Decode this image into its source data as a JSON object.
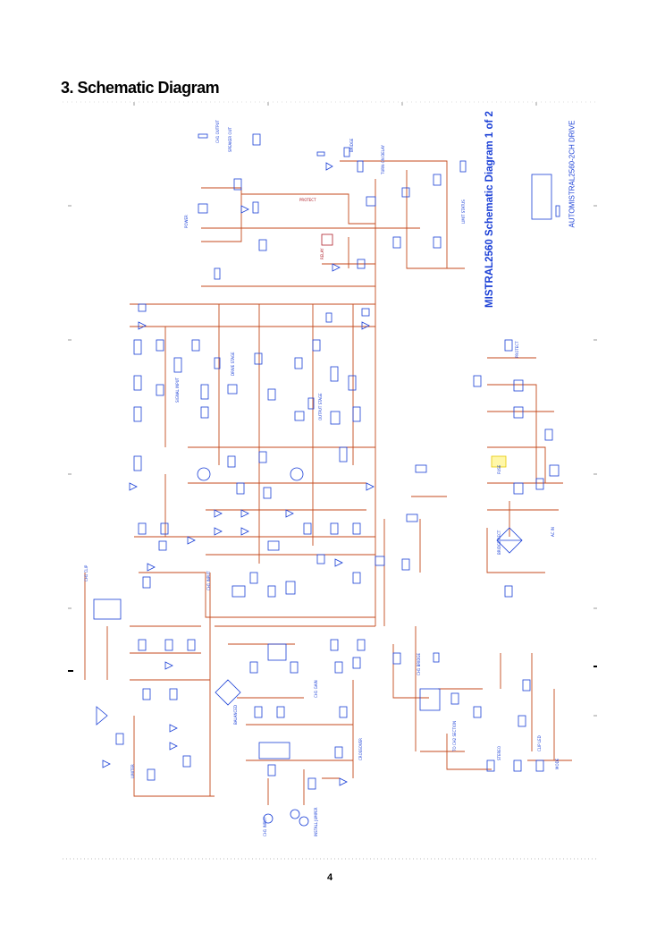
{
  "heading": "3. Schematic Diagram",
  "diagram_title": "MISTRAL2560  Schematic Diagram 1 of 2",
  "diagram_subtitle": "AUTOMISTRAL2560-2CH DRIVE",
  "page_number": "4",
  "colors": {
    "wire": "#c44a1c",
    "component": "#1a3fd6",
    "label": "#1a3fd6",
    "highlight": "#e6c800",
    "frame": "#999999"
  }
}
